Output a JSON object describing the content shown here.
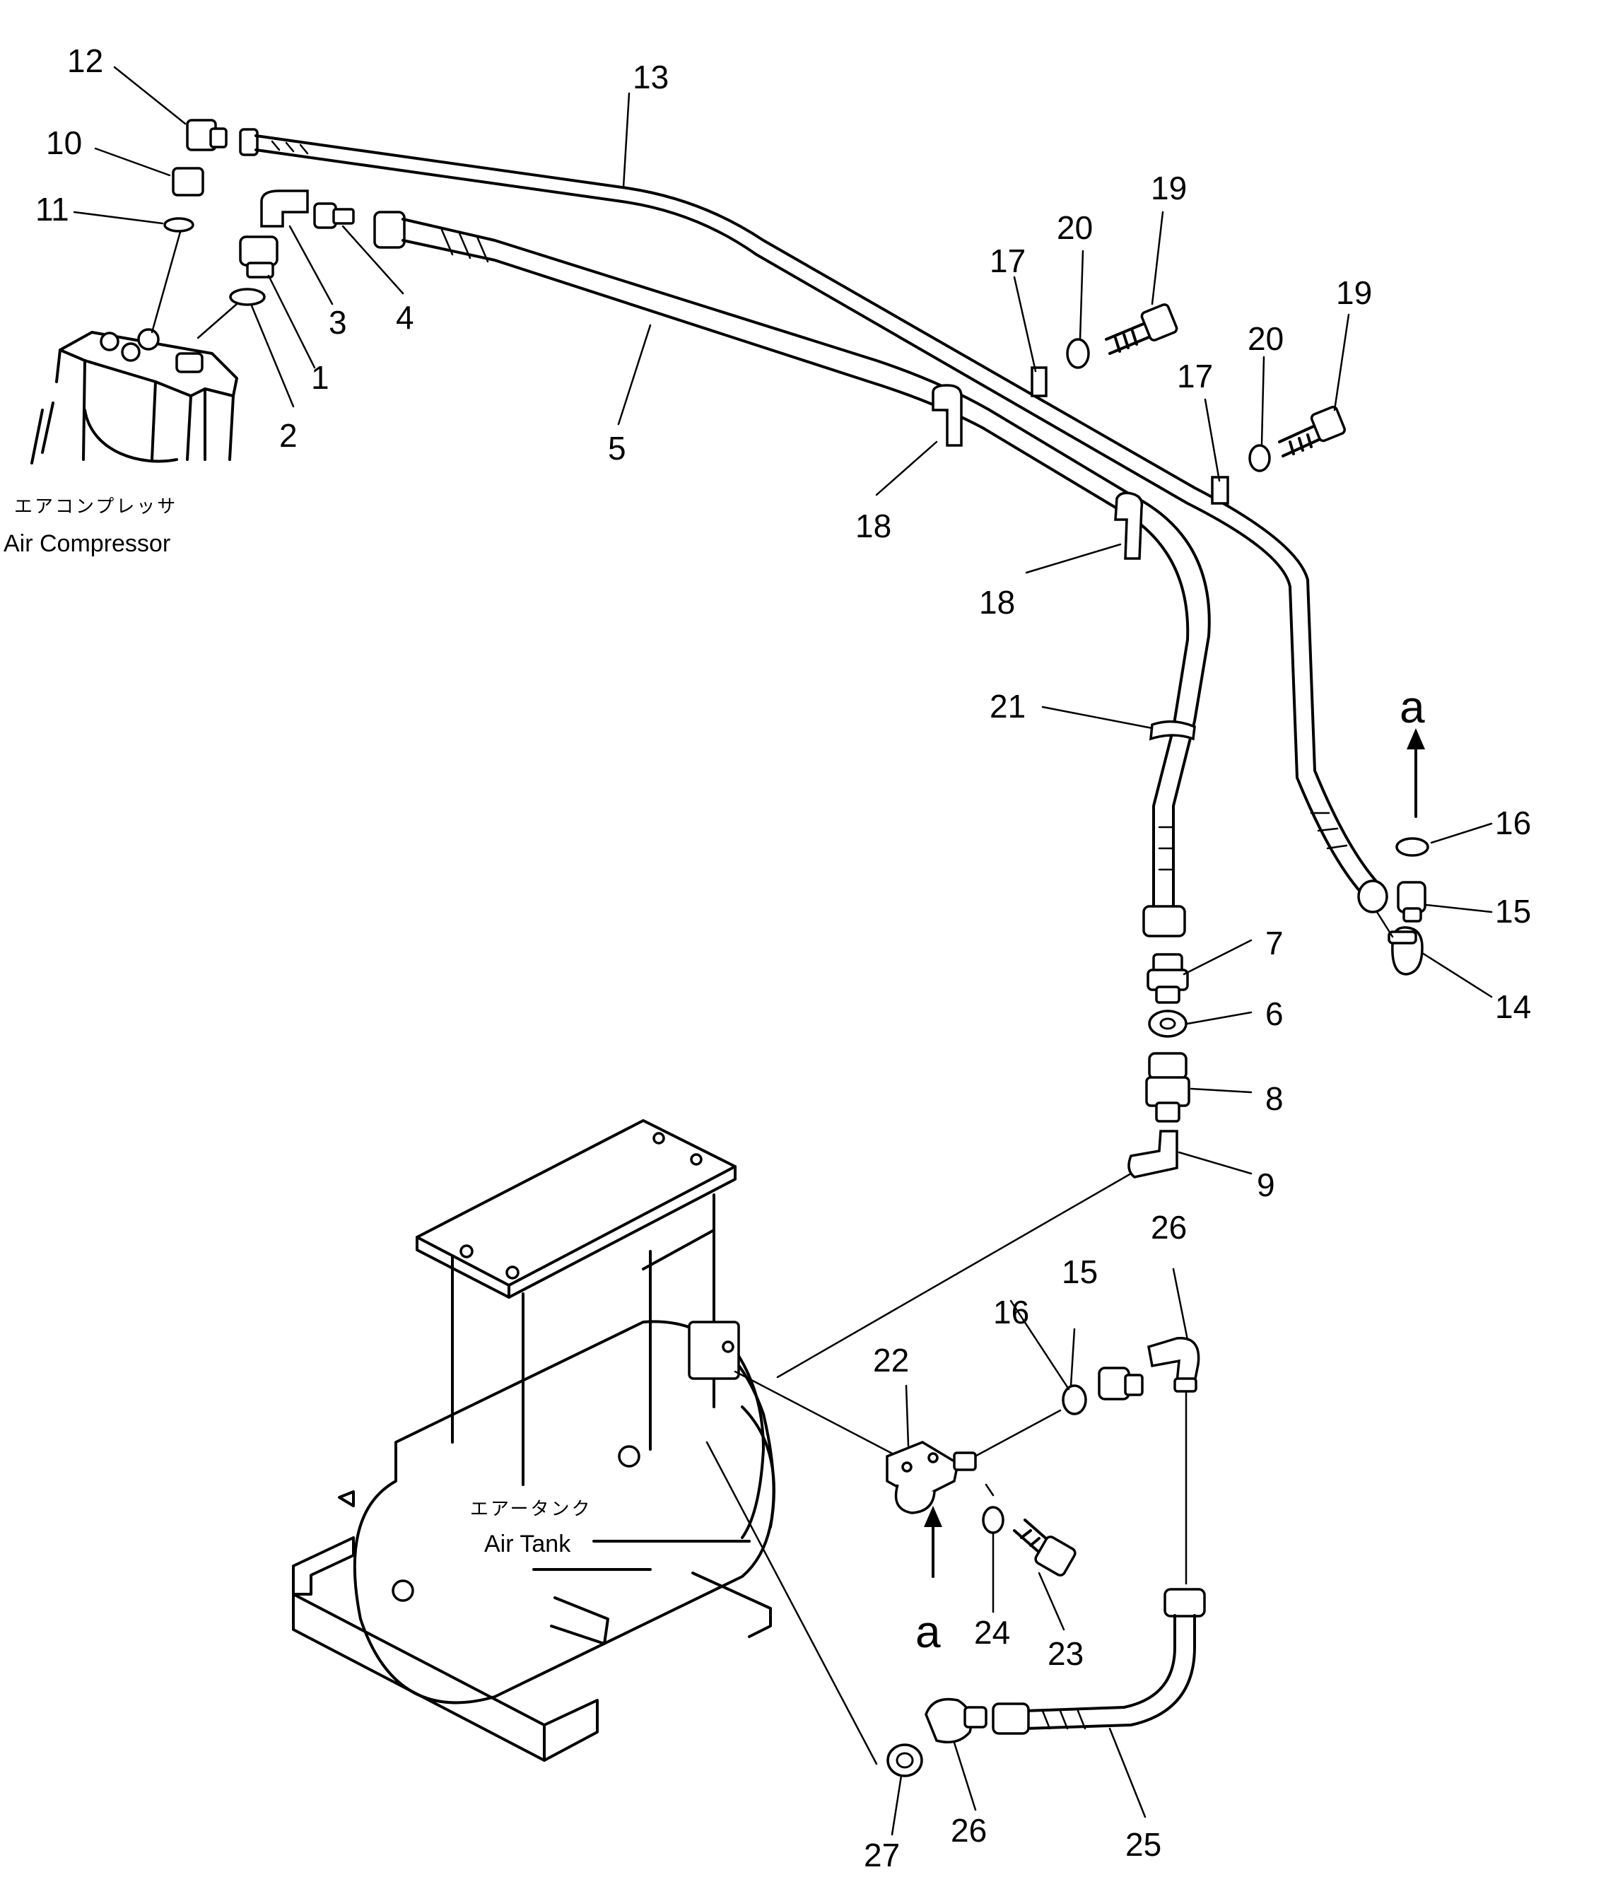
{
  "labels": {
    "compressor_jp": "エアコンプレッサ",
    "compressor_en": "Air Compressor",
    "tank_jp": "エアータンク",
    "tank_en": "Air Tank",
    "view_a_top": "a",
    "view_a_bottom": "a"
  },
  "callouts": {
    "p1": "1",
    "p2": "2",
    "p3": "3",
    "p4": "4",
    "p5": "5",
    "p6": "6",
    "p7": "7",
    "p8": "8",
    "p9": "9",
    "p10": "10",
    "p11": "11",
    "p12": "12",
    "p13": "13",
    "p14": "14",
    "p15a": "15",
    "p15b": "15",
    "p16a": "16",
    "p16b": "16",
    "p17a": "17",
    "p17b": "17",
    "p18a": "18",
    "p18b": "18",
    "p19a": "19",
    "p19b": "19",
    "p20a": "20",
    "p20b": "20",
    "p21": "21",
    "p22": "22",
    "p23": "23",
    "p24": "24",
    "p25": "25",
    "p26a": "26",
    "p26b": "26",
    "p27": "27"
  }
}
